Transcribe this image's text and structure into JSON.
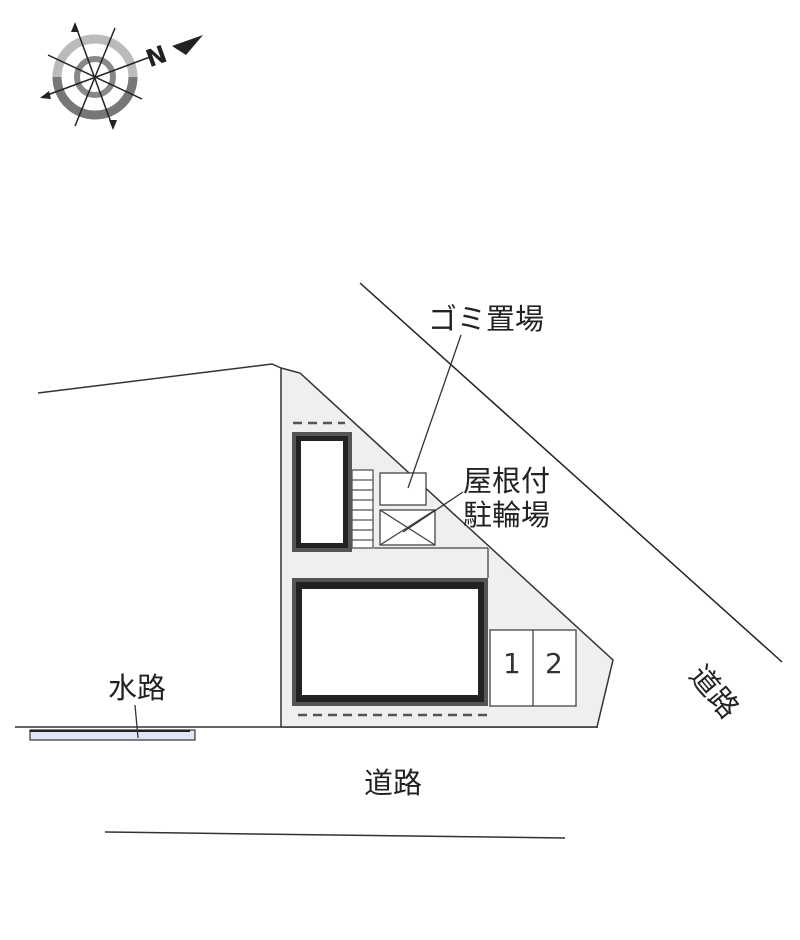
{
  "labels": {
    "garbage": "ゴミ置場",
    "bike_line1": "屋根付",
    "bike_line2": "駐輪場",
    "waterway": "水路",
    "road_bottom": "道路",
    "road_right": "道路"
  },
  "parking": {
    "spaces": [
      "1",
      "2"
    ]
  },
  "compass": {
    "north_label": "N"
  },
  "colors": {
    "site_fill": "#efefef",
    "building_wall": "#555555",
    "water": "#dde8f4"
  }
}
